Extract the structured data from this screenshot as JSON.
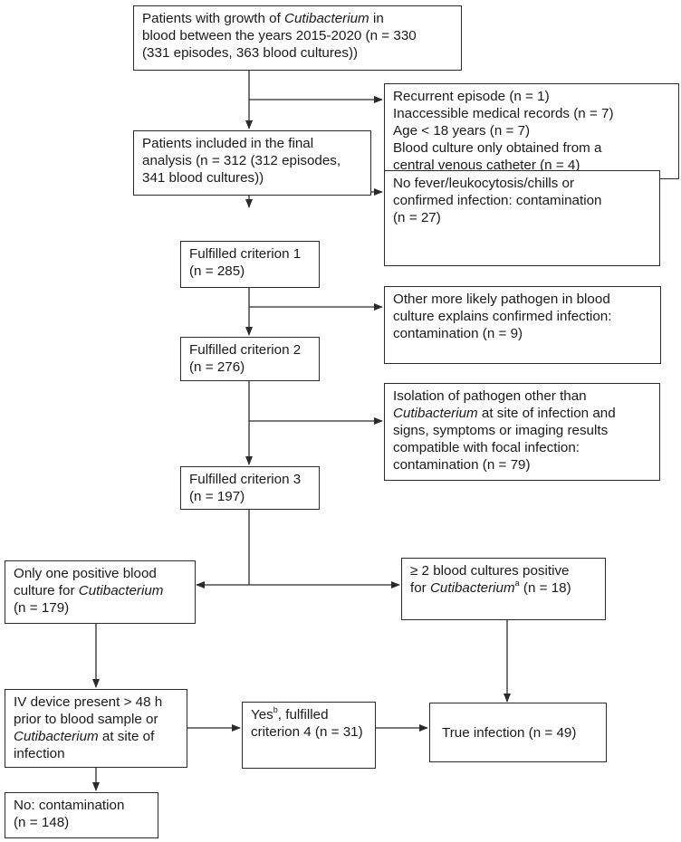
{
  "boxes": {
    "start": {
      "l1a": "Patients with growth of ",
      "l1b": "Cutibacterium",
      "l1c": " in",
      "l2": "blood between the years 2015-2020 (n = 330",
      "l3": "(331 episodes, 363 blood cultures))"
    },
    "excl1": {
      "l1": "Recurrent episode (n = 1)",
      "l2": "Inaccessible medical records (n = 7)",
      "l3": "Age < 18 years (n = 7)",
      "l4": "Blood culture only obtained from a",
      "l5": "central venous catheter (n = 4)"
    },
    "included": {
      "l1": "Patients included in the final",
      "l2": "analysis (n = 312 (312 episodes,",
      "l3": "341 blood cultures))"
    },
    "excl2": {
      "l1": "No fever/leukocytosis/chills or",
      "l2": "confirmed infection: contamination",
      "l3": "(n = 27)"
    },
    "crit1": {
      "l1": "Fulfilled criterion 1",
      "l2": "(n = 285)"
    },
    "excl3": {
      "l1": "Other more likely pathogen in blood",
      "l2": "culture explains confirmed infection:",
      "l3": "contamination (n = 9)"
    },
    "crit2": {
      "l1": "Fulfilled criterion 2",
      "l2": "(n = 276)"
    },
    "excl4": {
      "l1": "Isolation of pathogen other than",
      "l2a": "Cutibacterium",
      "l2b": " at site of infection and",
      "l3": "signs, symptoms or imaging results",
      "l4": "compatible with focal infection:",
      "l5": "contamination (n = 79)"
    },
    "crit3": {
      "l1": "Fulfilled criterion 3",
      "l2": "(n = 197)"
    },
    "one_pos": {
      "l1": "Only one positive blood",
      "l2a": "culture for ",
      "l2b": "Cutibacterium",
      "l3": "(n = 179)"
    },
    "two_pos": {
      "l1": "≥ 2 blood cultures positive",
      "l2a": "for ",
      "l2b": "Cutibacterium",
      "l2sup": "a",
      "l3": "(n = 18)"
    },
    "iv": {
      "l1": "IV device present > 48 h",
      "l2": "prior to blood sample or",
      "l3a": "Cutibacterium",
      "l3b": " at site of",
      "l4": "infection"
    },
    "yes": {
      "l1a": "Yes",
      "l1sup": "b",
      "l1b": ", fulfilled",
      "l2": "criterion 4",
      "l3": "(n = 31)"
    },
    "true_inf": {
      "l1": "True infection (n = 49)"
    },
    "no_cont": {
      "l1": "No: contamination",
      "l2": "(n = 148)"
    }
  }
}
